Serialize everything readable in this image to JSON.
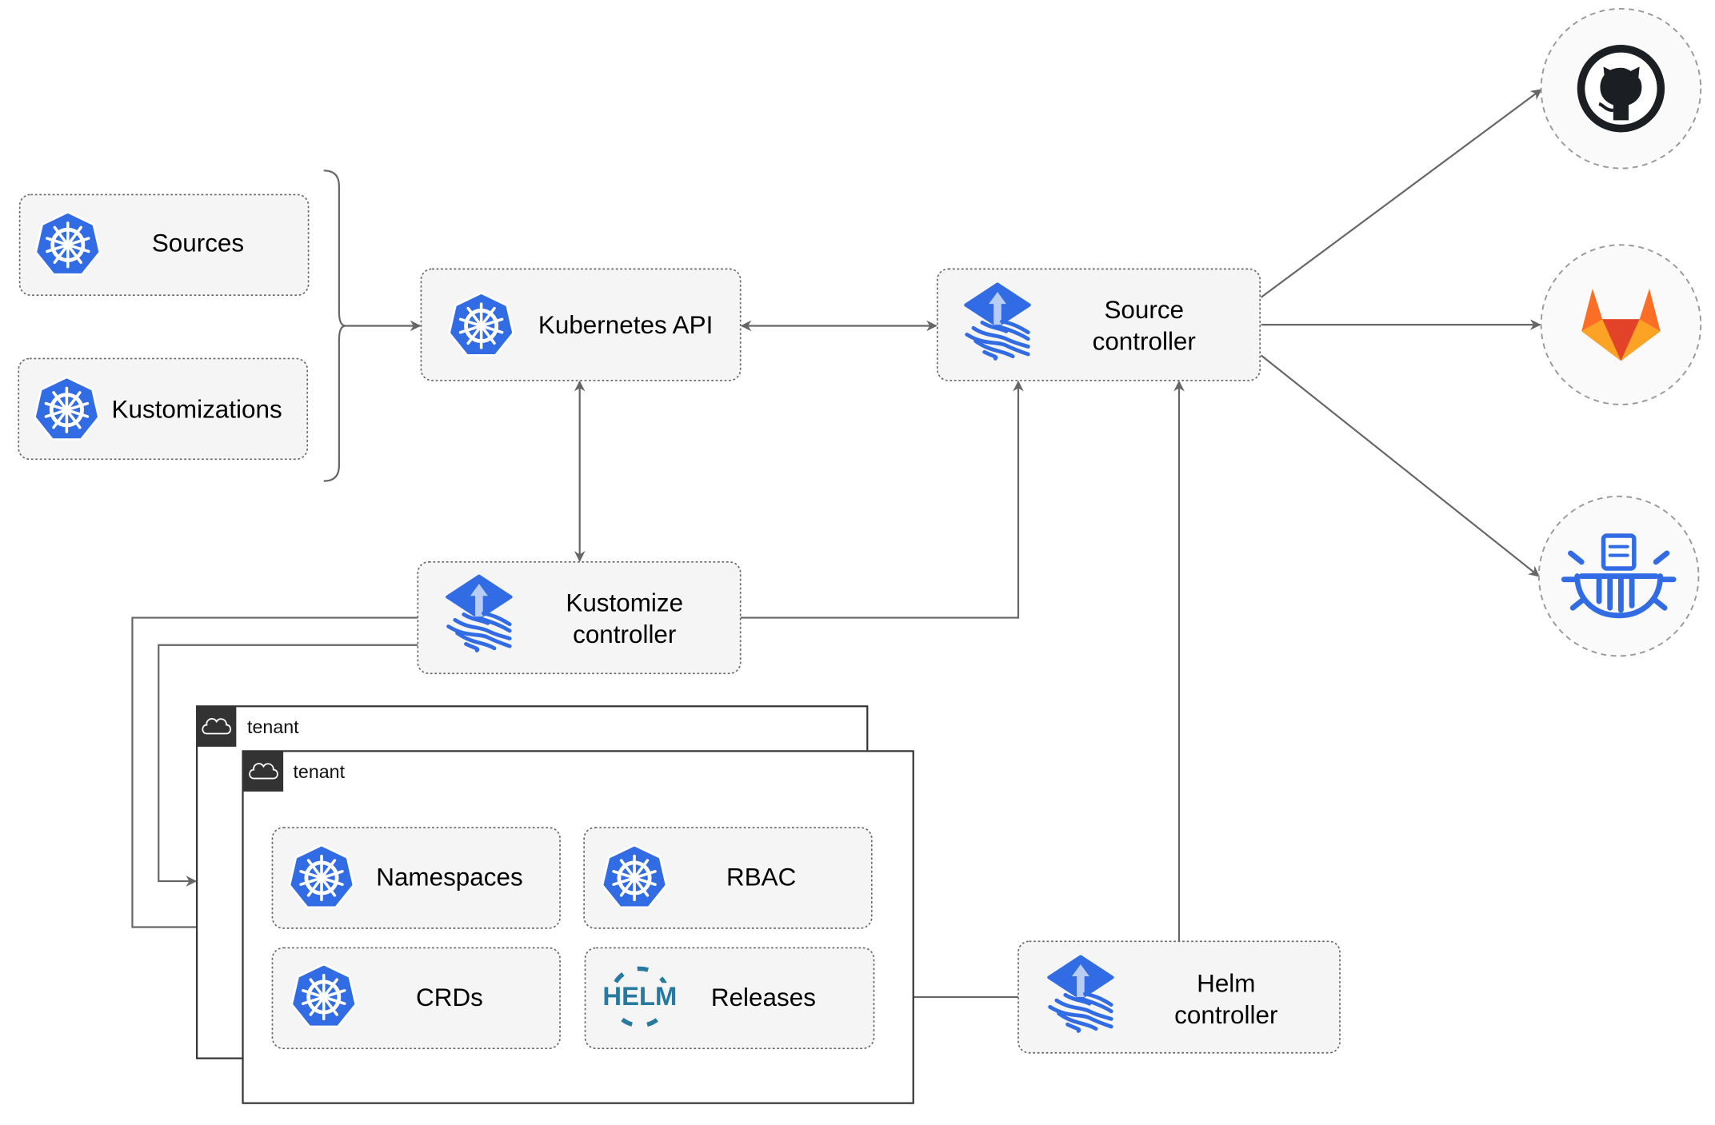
{
  "colors": {
    "k8s_blue": "#326ce5",
    "edge": "#666666",
    "box_fill": "#f5f5f5",
    "tenant_header": "#333333",
    "helm_blue": "#277a9f",
    "gitlab_orange": "#e24329"
  },
  "nodes": {
    "sources": {
      "label": "Sources",
      "icon": "kubernetes-icon"
    },
    "kustomizations": {
      "label": "Kustomizations",
      "icon": "kubernetes-icon"
    },
    "kubernetes_api": {
      "label": "Kubernetes API",
      "icon": "kubernetes-icon"
    },
    "source_controller": {
      "line1": "Source",
      "line2": "controller",
      "icon": "flux-icon"
    },
    "kustomize_controller": {
      "line1": "Kustomize",
      "line2": "controller",
      "icon": "flux-icon"
    },
    "helm_controller": {
      "line1": "Helm",
      "line2": "controller",
      "icon": "flux-icon"
    },
    "namespaces": {
      "label": "Namespaces",
      "icon": "kubernetes-icon"
    },
    "rbac": {
      "label": "RBAC",
      "icon": "kubernetes-icon"
    },
    "crds": {
      "label": "CRDs",
      "icon": "kubernetes-icon"
    },
    "releases": {
      "label": "Releases",
      "icon": "helm-icon",
      "icon_text": "HELM"
    }
  },
  "tenants": [
    {
      "label": "tenant",
      "icon": "cloud-icon"
    },
    {
      "label": "tenant",
      "icon": "cloud-icon"
    }
  ],
  "external": [
    {
      "icon": "github-icon"
    },
    {
      "icon": "gitlab-icon"
    },
    {
      "icon": "bucket-icon"
    }
  ]
}
